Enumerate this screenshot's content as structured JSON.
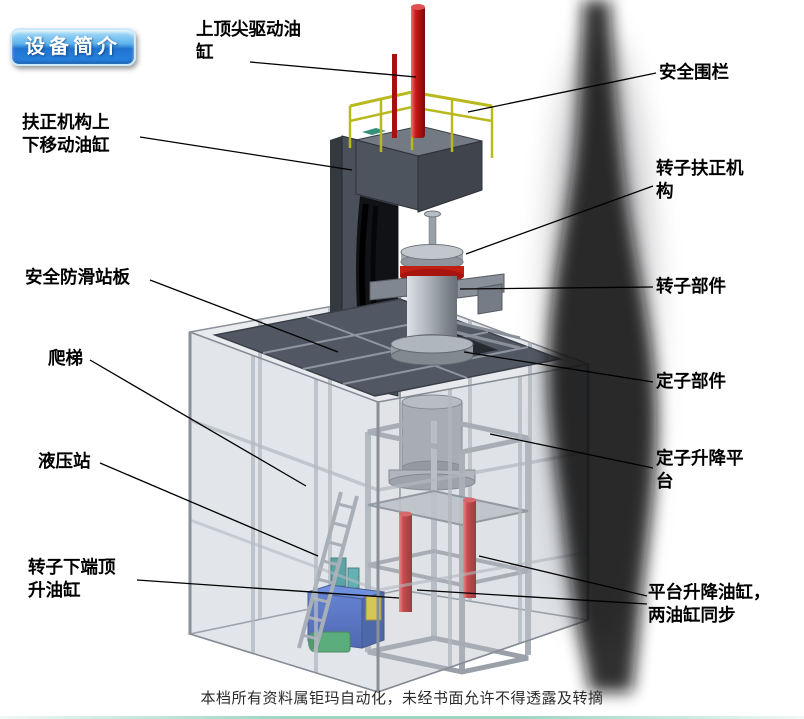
{
  "page": {
    "title_badge": "设备简介",
    "footer": "本档所有资料属钜玛自动化，未经书面允许不得透露及转摘"
  },
  "labels": {
    "top_center_drive_cylinder": "上顶尖驱动油缸",
    "safety_fence": "安全围栏",
    "centering_updown_cylinder": "扶正机构上下移动油缸",
    "rotor_centering_mechanism": "转子扶正机构",
    "antislip_platform": "安全防滑站板",
    "rotor_component": "转子部件",
    "ladder": "爬梯",
    "stator_component": "定子部件",
    "hydraulic_station": "液压站",
    "stator_lift_platform": "定子升降平台",
    "rotor_bottom_jack_cylinder": "转子下端顶升油缸",
    "platform_lift_cylinders": "平台升降油缸，两油缸同步"
  },
  "colors": {
    "cylinder_red": "#c41414",
    "railing_yellow": "#b9b91e",
    "hydraulic_blue": "#2a55c0",
    "structure_dark_gray": "#4a505a",
    "platform_dark": "#515864",
    "enclosure_gray": "#c9cdd5",
    "badge_blue": "#2b86e4"
  }
}
